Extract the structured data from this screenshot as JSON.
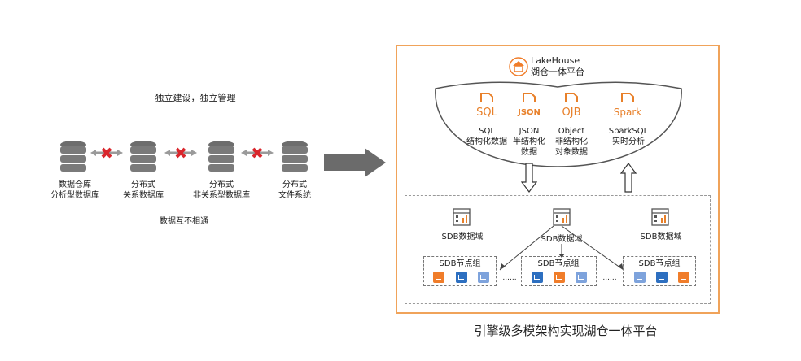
{
  "left": {
    "title": "独立建设，独立管理",
    "bottom_note": "数据互不相通",
    "systems": [
      {
        "line1": "数据仓库",
        "line2": "分析型数据库"
      },
      {
        "line1": "分布式",
        "line2": "关系数据库"
      },
      {
        "line1": "分布式",
        "line2": "非关系型数据库"
      },
      {
        "line1": "分布式",
        "line2": "文件系统"
      }
    ]
  },
  "lakehouse": {
    "name": "LakeHouse",
    "subtitle": "湖仓一体平台",
    "formats": [
      {
        "badge": "SQL",
        "line1": "SQL",
        "line2": "结构化数据",
        "line3": ""
      },
      {
        "badge": "JSON",
        "line1": "JSON",
        "line2": "半结构化",
        "line3": "数据"
      },
      {
        "badge": "OJB",
        "line1": "Object",
        "line2": "非结构化",
        "line3": "对象数据"
      },
      {
        "badge": "Spark",
        "line1": "SparkSQL",
        "line2": "实时分析",
        "line3": ""
      }
    ]
  },
  "sdb": {
    "domain_label": "SDB数据域",
    "group_label": "SDB节点组",
    "ellipsis": "......"
  },
  "caption": "引擎级多模架构实现湖仓一体平台",
  "colors": {
    "orange": "#f0a35a",
    "node_orange": "#f07d2a",
    "node_blue": "#2d6fc0",
    "node_lightblue": "#7ea3dc",
    "arrow_gray": "#6b6b6b",
    "cross_red": "#d9262c"
  }
}
